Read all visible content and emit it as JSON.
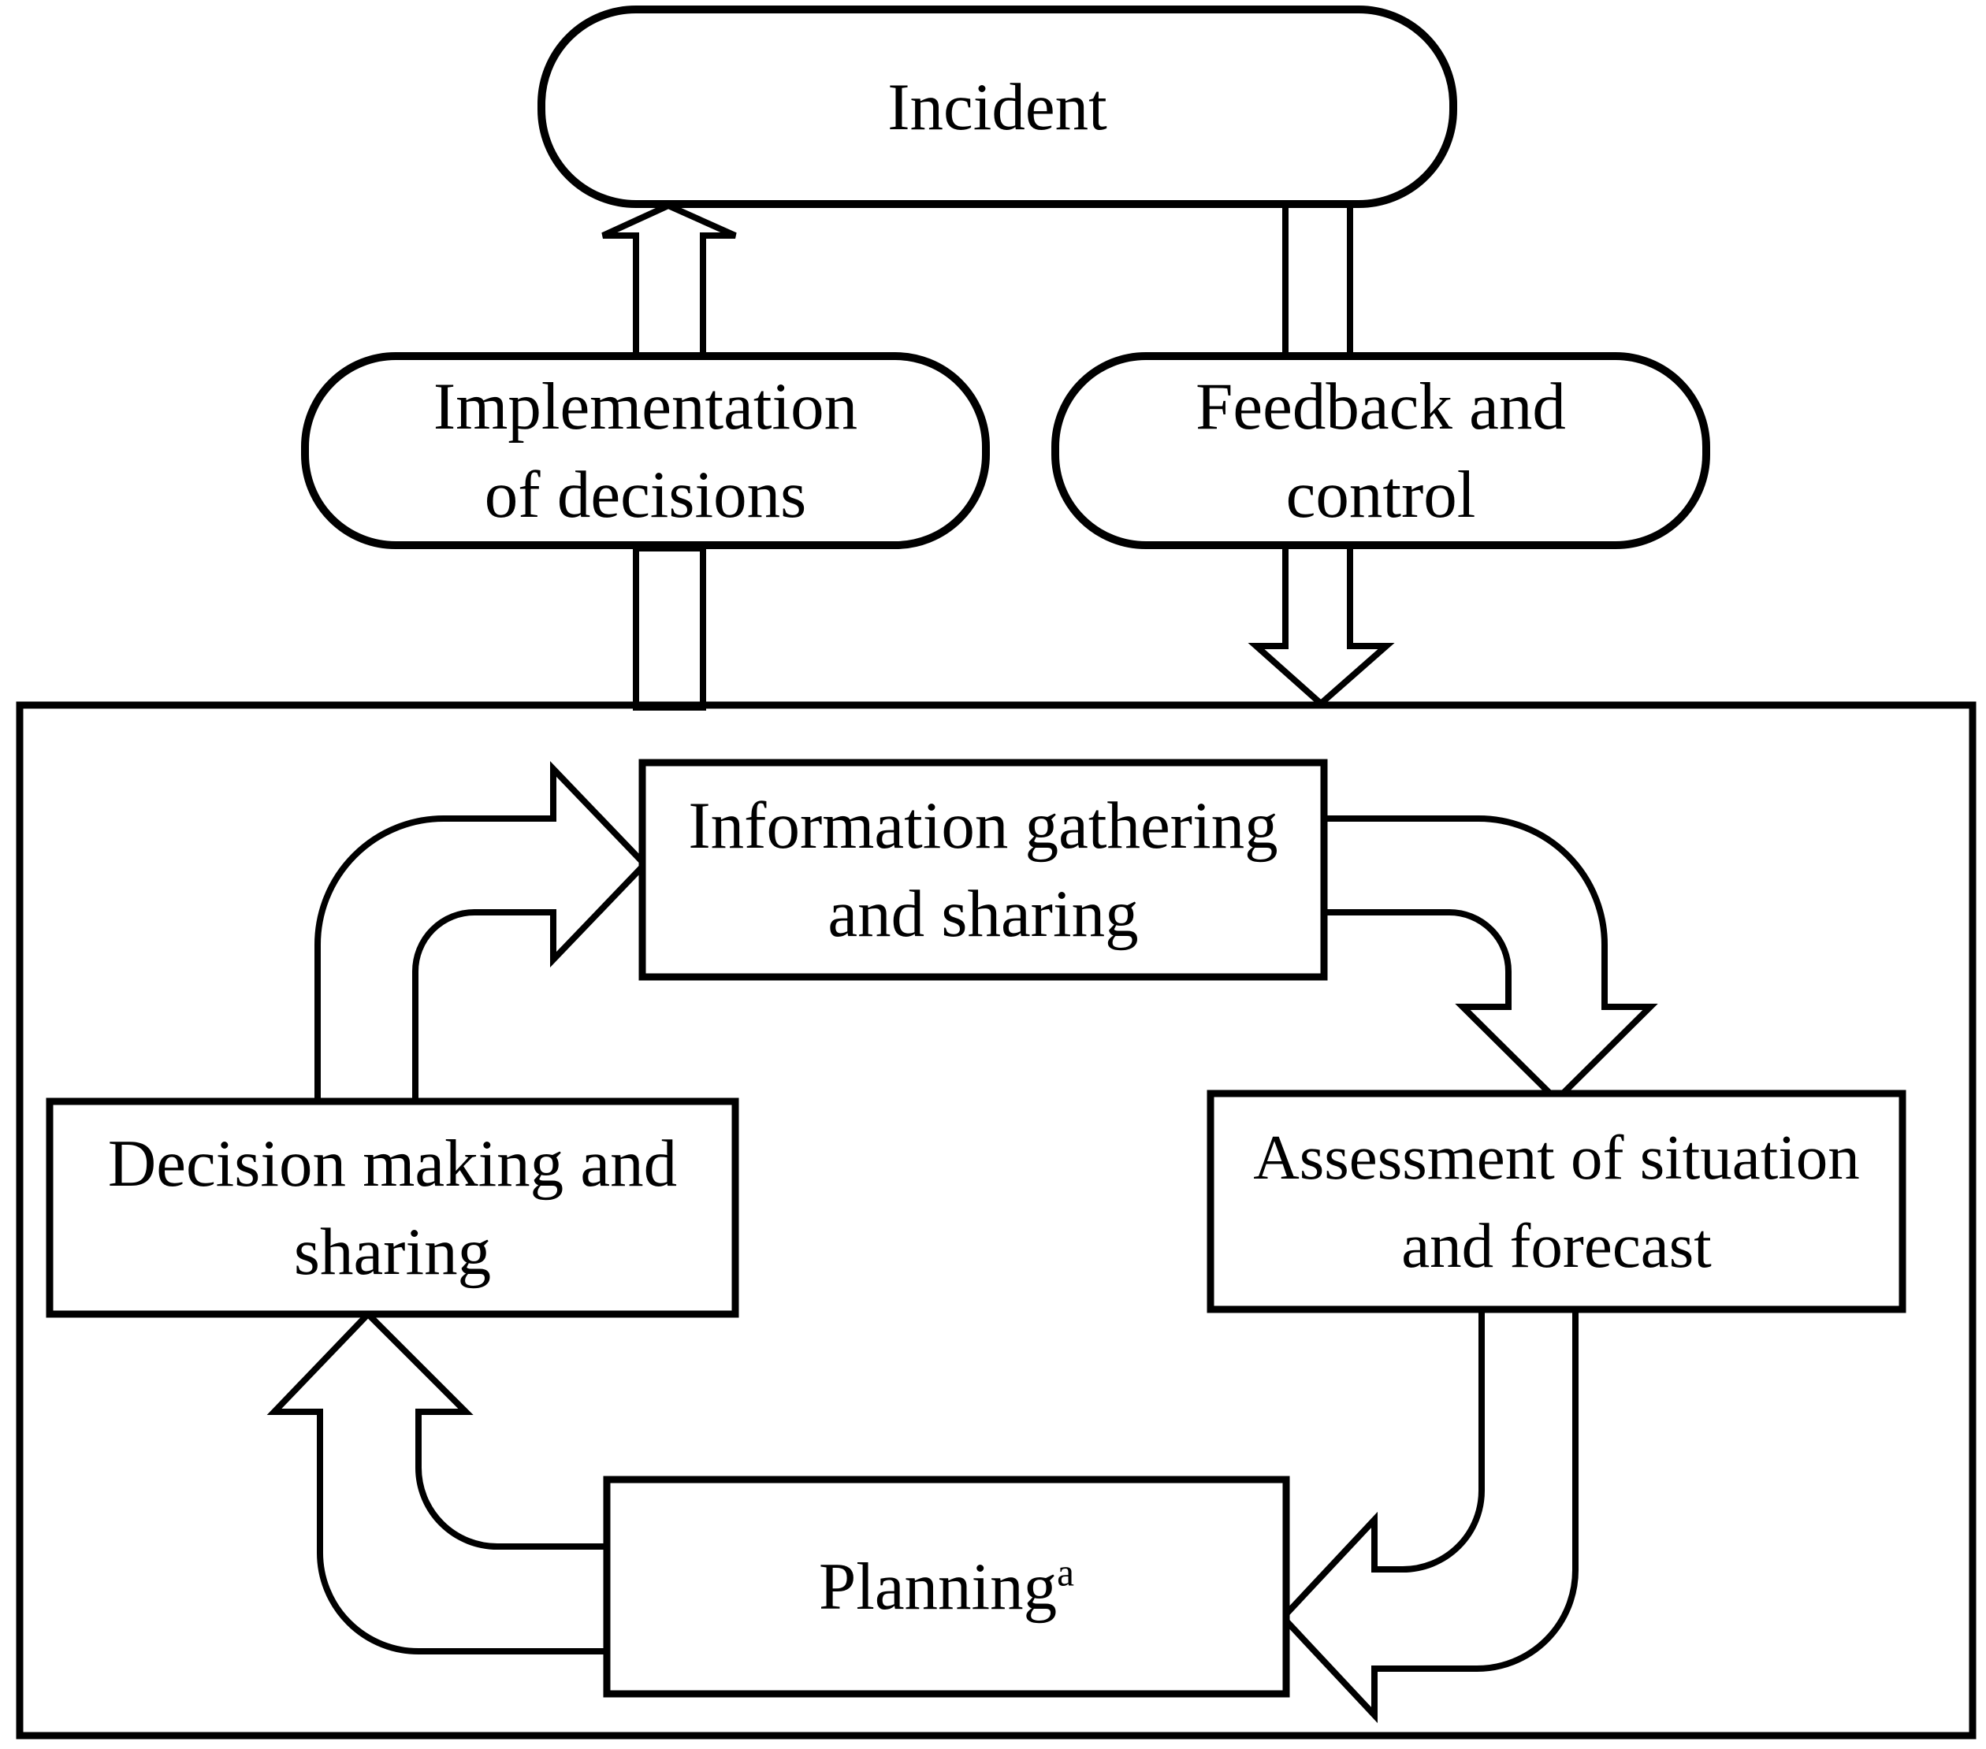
{
  "diagram": {
    "title_hint": "incident management decision cycle",
    "colors": {
      "stroke": "#000000",
      "shape_fill": "#ffffff",
      "background": "#ffffff"
    },
    "incident": {
      "label": "Incident"
    },
    "implementation": {
      "line1": "Implementation",
      "line2": "of decisions"
    },
    "feedback": {
      "line1": "Feedback and",
      "line2": "control"
    },
    "cycle": {
      "information": {
        "line1": "Information gathering",
        "line2": "and sharing"
      },
      "assessment": {
        "line1": "Assessment of situation",
        "line2": "and forecast"
      },
      "decision": {
        "line1": "Decision making and",
        "line2": "sharing"
      },
      "planning": {
        "label": "Planning",
        "superscript": "a"
      }
    }
  }
}
